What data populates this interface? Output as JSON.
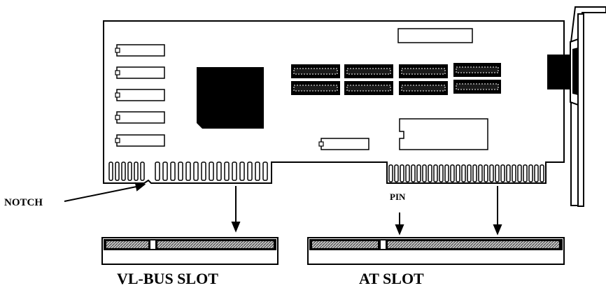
{
  "labels": {
    "notch": "NOTCH",
    "pin": "PIN",
    "vlbus_slot": "VL-BUS SLOT",
    "at_slot": "AT SLOT"
  },
  "colors": {
    "ink": "#000000",
    "paper": "#ffffff",
    "contact_fill": "#b0b0b0"
  },
  "icons": {
    "main_chip": "square-chip-icon",
    "ram_chip": "dip-chip-icon",
    "port": "db-connector-icon"
  }
}
